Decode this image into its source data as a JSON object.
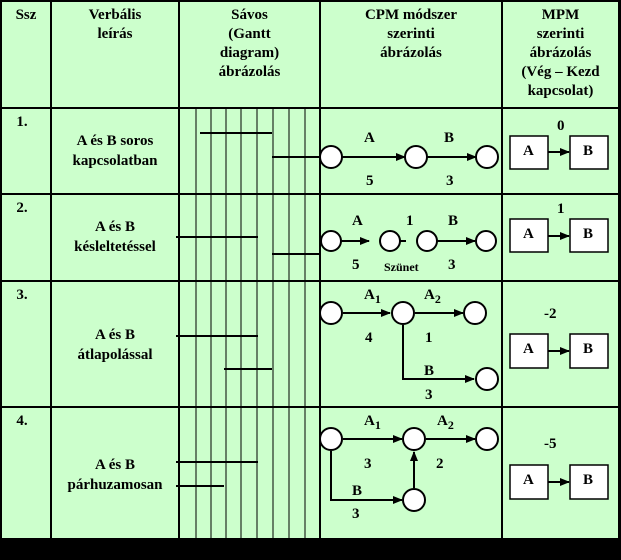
{
  "headers": {
    "ssz": "Ssz",
    "verbal": [
      "Verbális",
      "leírás"
    ],
    "savos": [
      "Sávos",
      "(Gantt",
      "diagram)",
      "ábrázolás"
    ],
    "cpm": [
      "CPM módszer",
      "szerinti",
      "ábrázolás"
    ],
    "mpm": [
      "MPM",
      "szerinti",
      "ábrázolás",
      "(Vég – Kezd",
      "kapcsolat)"
    ]
  },
  "rows": [
    {
      "num": "1.",
      "desc": [
        "A és B soros",
        "kapcsolatban"
      ],
      "cpm": {
        "a": "A",
        "b": "B",
        "da": "5",
        "db": "3"
      },
      "mpm": {
        "lag": "0",
        "a": "A",
        "b": "B"
      }
    },
    {
      "num": "2.",
      "desc": [
        "A és B",
        "késleltetéssel"
      ],
      "cpm": {
        "a": "A",
        "gap": "1",
        "b": "B",
        "da": "5",
        "pause": "Szünet",
        "db": "3"
      },
      "mpm": {
        "lag": "1",
        "a": "A",
        "b": "B"
      }
    },
    {
      "num": "3.",
      "desc": [
        "A és B",
        "átlapolással"
      ],
      "cpm": {
        "a1": "A",
        "a1sub": "1",
        "a2": "A",
        "a2sub": "2",
        "b": "B",
        "da1": "4",
        "da2": "1",
        "db": "3"
      },
      "mpm": {
        "lag": "-2",
        "a": "A",
        "b": "B"
      }
    },
    {
      "num": "4.",
      "desc": [
        "A és B",
        "párhuzamosan"
      ],
      "cpm": {
        "a1": "A",
        "a1sub": "1",
        "a2": "A",
        "a2sub": "2",
        "b": "B",
        "da1": "3",
        "da2": "2",
        "db": "3"
      },
      "mpm": {
        "lag": "-5",
        "a": "A",
        "b": "B"
      }
    }
  ]
}
